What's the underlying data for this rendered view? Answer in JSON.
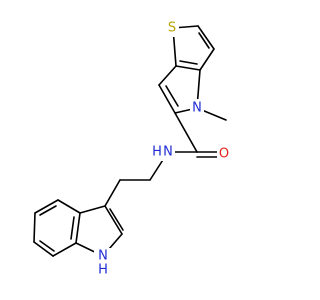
{
  "molecule": {
    "atoms": {
      "S": "S",
      "N_pyrrole": "N",
      "O": "O",
      "N_amide": "N",
      "H_amide": "H",
      "N_indole": "N",
      "H_indole": "H"
    },
    "colors": {
      "carbon": "#000000",
      "sulfur": "#b8a400",
      "nitrogen": "#1f2bd4",
      "oxygen": "#e0241b",
      "background": "#ffffff"
    }
  }
}
